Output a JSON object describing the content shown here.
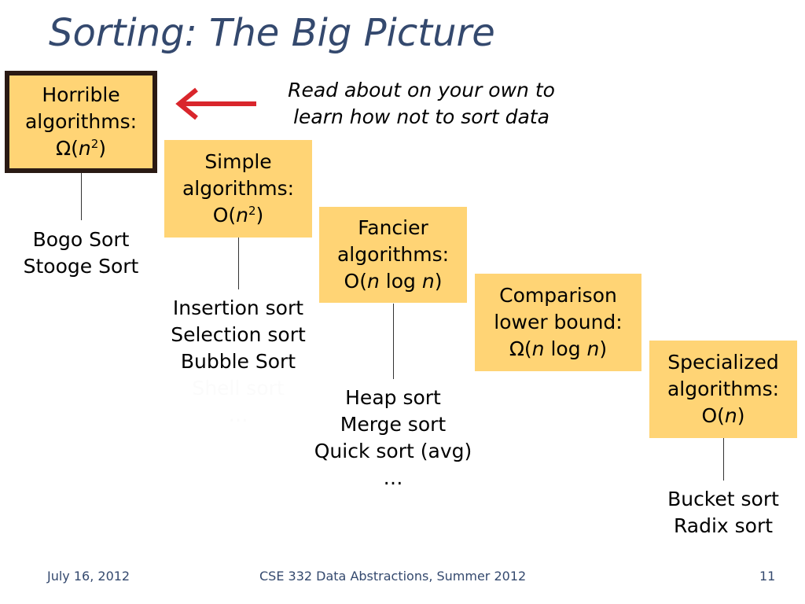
{
  "title": "Sorting: The Big Picture",
  "note": {
    "line1": "Read about on your own to",
    "line2": "learn how not to sort data"
  },
  "boxes": {
    "horrible": {
      "line1": "Horrible",
      "line2": "algorithms:",
      "bound_open": "Ω(",
      "var": "n",
      "exp": "2",
      "bound_close": ")"
    },
    "simple": {
      "line1": "Simple",
      "line2": "algorithms:",
      "bound_open": "O(",
      "var": "n",
      "exp": "2",
      "bound_close": ")"
    },
    "fancier": {
      "line1": "Fancier",
      "line2": "algorithms:",
      "bound_open": "O(",
      "var1": "n",
      "mid": " log ",
      "var2": "n",
      "bound_close": ")"
    },
    "comparison": {
      "line1": "Comparison",
      "line2": "lower bound:",
      "bound_open": "Ω(",
      "var1": "n",
      "mid": " log ",
      "var2": "n",
      "bound_close": ")"
    },
    "specialized": {
      "line1": "Specialized",
      "line2": "algorithms:",
      "bound_open": "O(",
      "var": "n",
      "bound_close": ")"
    }
  },
  "lists": {
    "horrible": [
      "Bogo Sort",
      "Stooge Sort"
    ],
    "simple": [
      "Insertion sort",
      "Selection sort",
      "Bubble Sort"
    ],
    "simple_hidden": [
      "Shell sort",
      "…"
    ],
    "fancier": [
      "Heap sort",
      "Merge sort",
      "Quick sort (avg)",
      "…"
    ],
    "specialized": [
      "Bucket sort",
      "Radix sort"
    ]
  },
  "footer": {
    "date": "July 16, 2012",
    "course": "CSE 332 Data Abstractions, Summer 2012",
    "page": "11"
  },
  "colors": {
    "title": "#34496e",
    "box_fill": "#ffd475",
    "box_border": "#2a1a14",
    "arrow": "#d9262c"
  },
  "icons": {
    "arrow": "left-arrow-icon"
  }
}
